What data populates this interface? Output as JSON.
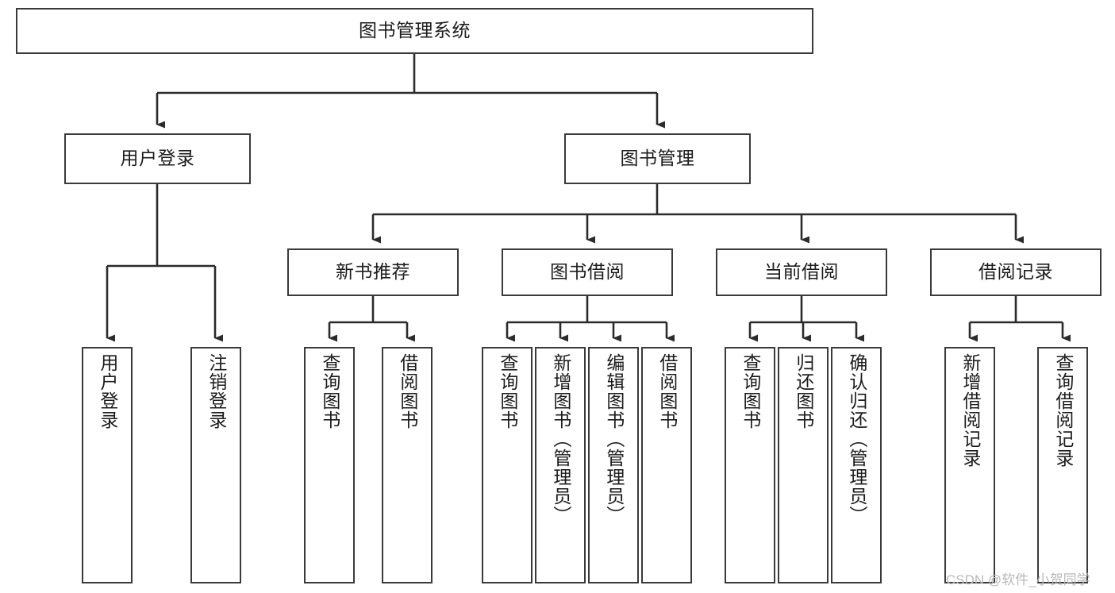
{
  "diagram": {
    "title": "图书管理系统",
    "type": "tree-hierarchy",
    "root": {
      "label": "图书管理系统"
    },
    "level2": [
      {
        "label": "用户登录"
      },
      {
        "label": "图书管理"
      }
    ],
    "level3": [
      {
        "label": "新书推荐"
      },
      {
        "label": "图书借阅"
      },
      {
        "label": "当前借阅"
      },
      {
        "label": "借阅记录"
      }
    ],
    "leaves": {
      "user_login": [
        {
          "label": "用户登录"
        },
        {
          "label": "注销登录"
        }
      ],
      "new_book_recommend": [
        {
          "label": "查询图书"
        },
        {
          "label": "借阅图书"
        }
      ],
      "book_borrow": [
        {
          "label": "查询图书"
        },
        {
          "label": "新增图书（管理员）"
        },
        {
          "label": "编辑图书（管理员）"
        },
        {
          "label": "借阅图书"
        }
      ],
      "current_borrow": [
        {
          "label": "查询图书"
        },
        {
          "label": "归还图书"
        },
        {
          "label": "确认归还（管理员）"
        }
      ],
      "borrow_record": [
        {
          "label": "新增借阅记录"
        },
        {
          "label": "查询借阅记录"
        }
      ]
    }
  },
  "watermark": {
    "text": "CSDN @软件_小贺同学"
  },
  "colors": {
    "stroke": "#3a3a3a",
    "fill": "#ffffff",
    "text": "#1c1c1c",
    "watermark": "#b9b9b9"
  }
}
